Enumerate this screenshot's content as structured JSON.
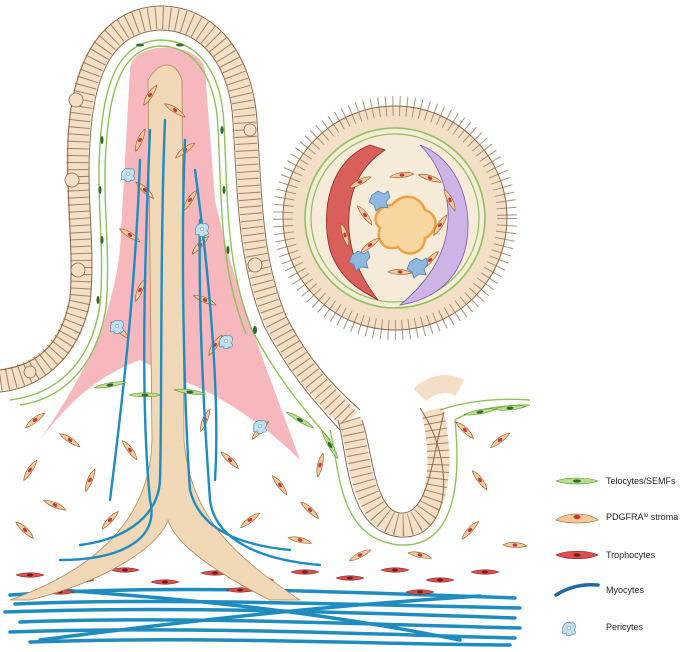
{
  "legend": {
    "telocytes": "Telocytes/SEMFs",
    "stroma_main": "PDGFRA",
    "stroma_sup": "lo",
    "stroma_rest": " stroma",
    "trophocytes": "Trophocytes",
    "myocytes": "Myocytes",
    "pericytes": "Pericytes"
  },
  "colors": {
    "epithelium": "#f3dfc6",
    "epithelium_stroke": "#8a6a4a",
    "lamina_pink": "#f6b8bd",
    "stroma_fill": "#f5c89a",
    "stroma_nucleus": "#c23a3a",
    "telocyte": "#8cc25a",
    "telocyte_nucleus": "#2f6b2a",
    "trophocyte": "#d9504f",
    "myocyte": "#1f8cc0",
    "myocyte_dark": "#1f6a9a",
    "pericyte": "#bfe0f0",
    "lumen_red": "#d9605a",
    "lumen_purple": "#cdb4e6",
    "lumen_orange": "#f0a040"
  }
}
